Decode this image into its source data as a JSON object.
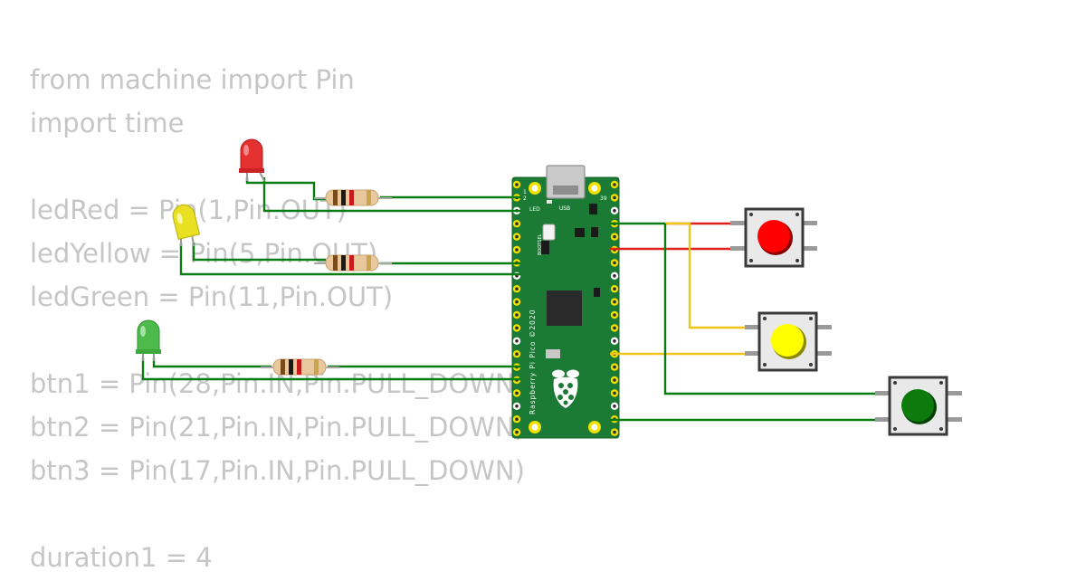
{
  "code": {
    "lines": [
      "from machine import Pin",
      "import time",
      "",
      "ledRed = Pin(1,Pin.OUT)",
      "ledYellow = Pin(5,Pin.OUT)",
      "ledGreen = Pin(11,Pin.OUT)",
      "",
      "btn1 = Pin(28,Pin.IN,Pin.PULL_DOWN)",
      "btn2 = Pin(21,Pin.IN,Pin.PULL_DOWN)",
      "btn3 = Pin(17,Pin.IN,Pin.PULL_DOWN)",
      "",
      "duration1 = 4"
    ]
  },
  "board": {
    "silk_name": "Raspberry Pi Pico ©2020",
    "usb_label": "USB",
    "led_label": "LED",
    "bootsel_label": "BOOTSEL",
    "pin_left_top": "1",
    "pin_left_second": "2",
    "pin_right_top": "39",
    "color": "#1b7a34"
  },
  "colors": {
    "wire_green": "#0a7d12",
    "wire_red": "#e0201a",
    "wire_yellow": "#f0c419",
    "led_red": "#e53030",
    "led_yellow": "#e8e020",
    "led_green": "#4cbb4c",
    "button_red": "#ff0000",
    "button_yellow": "#ffff00",
    "button_green": "#0d7a0d"
  }
}
